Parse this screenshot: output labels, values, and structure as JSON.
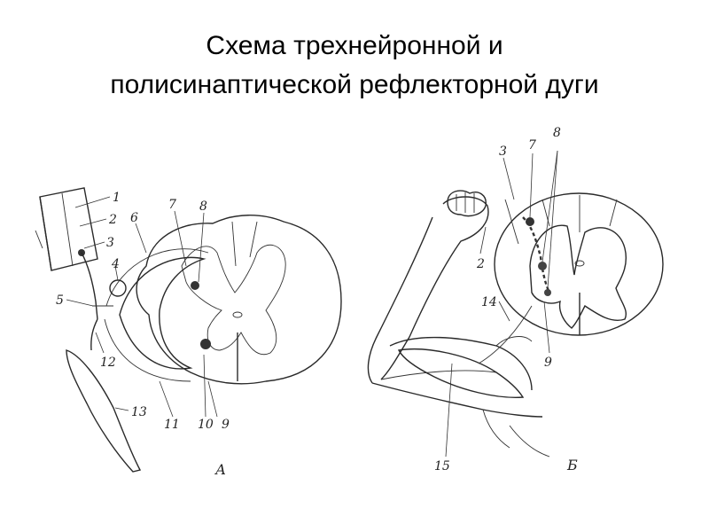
{
  "title": {
    "line1": "Схема трехнейронной и",
    "line2": "полисинаптической рефлекторной дуги"
  },
  "panel_a": {
    "panel_label": "А",
    "labels": [
      "1",
      "2",
      "3",
      "4",
      "5",
      "6",
      "7",
      "8",
      "9",
      "10",
      "11",
      "12",
      "13"
    ]
  },
  "panel_b": {
    "panel_label": "Б",
    "labels": [
      "3",
      "7",
      "8",
      "2",
      "14",
      "9",
      "15"
    ]
  }
}
